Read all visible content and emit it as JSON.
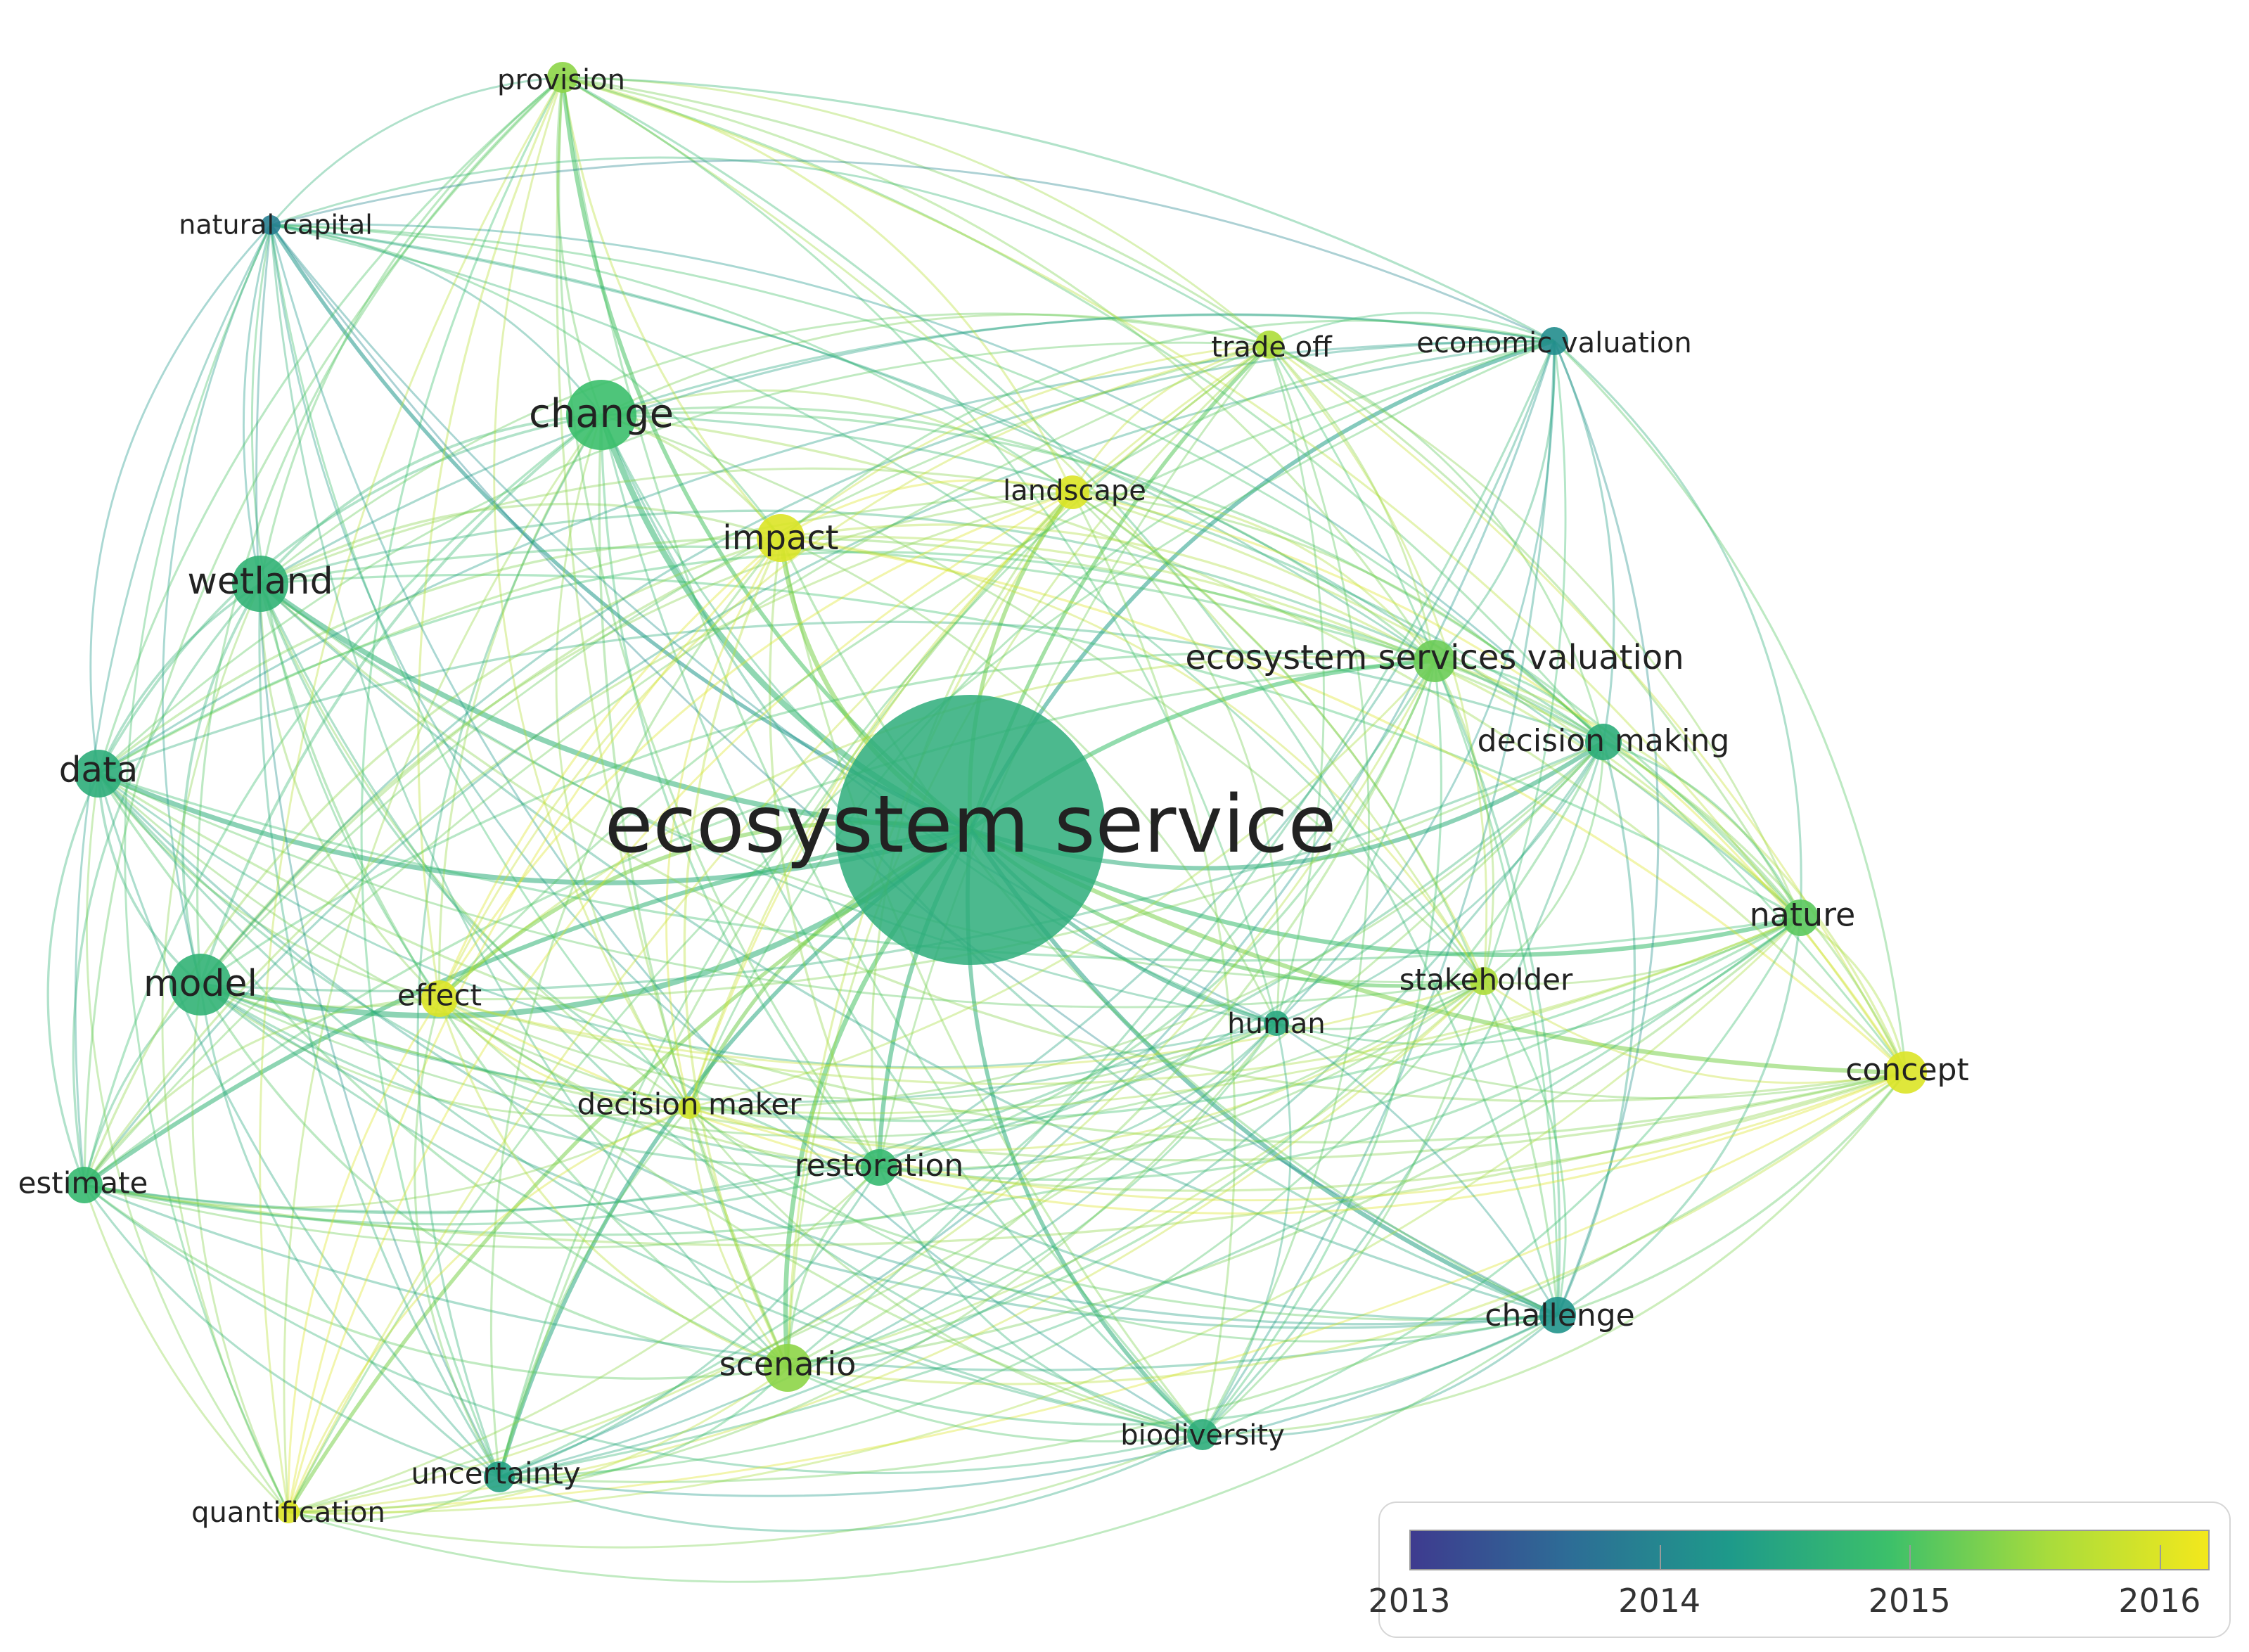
{
  "colors": {
    "scale": [
      "#3e3b8f",
      "#2d6d96",
      "#1e9a8a",
      "#3cc06a",
      "#a8dc3c",
      "#f3e81c"
    ]
  },
  "nodes": [
    {
      "id": "ecosystem-service",
      "label": "ecosystem service",
      "year": 2014.6,
      "weight": 100
    },
    {
      "id": "change",
      "label": "change",
      "year": 2014.9,
      "weight": 12
    },
    {
      "id": "wetland",
      "label": "wetland",
      "year": 2014.7,
      "weight": 10
    },
    {
      "id": "model",
      "label": "model",
      "year": 2014.7,
      "weight": 11
    },
    {
      "id": "data",
      "label": "data",
      "year": 2014.6,
      "weight": 9
    },
    {
      "id": "estimate",
      "label": "estimate",
      "year": 2014.8,
      "weight": 7
    },
    {
      "id": "provision",
      "label": "provision",
      "year": 2015.4,
      "weight": 6
    },
    {
      "id": "natural-capital",
      "label": "natural capital",
      "year": 2013.9,
      "weight": 5
    },
    {
      "id": "impact",
      "label": "impact",
      "year": 2016.0,
      "weight": 8
    },
    {
      "id": "landscape",
      "label": "landscape",
      "year": 2016.0,
      "weight": 6
    },
    {
      "id": "trade-off",
      "label": "trade off",
      "year": 2015.6,
      "weight": 5
    },
    {
      "id": "economic-valuation",
      "label": "economic valuation",
      "year": 2014.1,
      "weight": 6
    },
    {
      "id": "ecosystem-services-valuation",
      "label": "ecosystem services valuation",
      "year": 2015.2,
      "weight": 7
    },
    {
      "id": "decision-making",
      "label": "decision making",
      "year": 2014.6,
      "weight": 7
    },
    {
      "id": "nature",
      "label": "nature",
      "year": 2015.1,
      "weight": 7
    },
    {
      "id": "concept",
      "label": "concept",
      "year": 2016.0,
      "weight": 7
    },
    {
      "id": "stakeholder",
      "label": "stakeholder",
      "year": 2015.6,
      "weight": 5
    },
    {
      "id": "human",
      "label": "human",
      "year": 2014.5,
      "weight": 5
    },
    {
      "id": "effect",
      "label": "effect",
      "year": 2016.0,
      "weight": 6
    },
    {
      "id": "decision-maker",
      "label": "decision maker",
      "year": 2015.9,
      "weight": 5
    },
    {
      "id": "restoration",
      "label": "restoration",
      "year": 2014.8,
      "weight": 7
    },
    {
      "id": "scenario",
      "label": "scenario",
      "year": 2015.4,
      "weight": 8
    },
    {
      "id": "challenge",
      "label": "challenge",
      "year": 2014.2,
      "weight": 7
    },
    {
      "id": "biodiversity",
      "label": "biodiversity",
      "year": 2014.6,
      "weight": 6
    },
    {
      "id": "uncertainty",
      "label": "uncertainty",
      "year": 2014.4,
      "weight": 6
    },
    {
      "id": "quantification",
      "label": "quantification",
      "year": 2016.0,
      "weight": 5
    }
  ],
  "legend": {
    "min": 2013.0,
    "max": 2016.2,
    "ticks": [
      {
        "value": 2013,
        "label": "2013"
      },
      {
        "value": 2014,
        "label": "2014"
      },
      {
        "value": 2015,
        "label": "2015"
      },
      {
        "value": 2016,
        "label": "2016"
      }
    ]
  }
}
